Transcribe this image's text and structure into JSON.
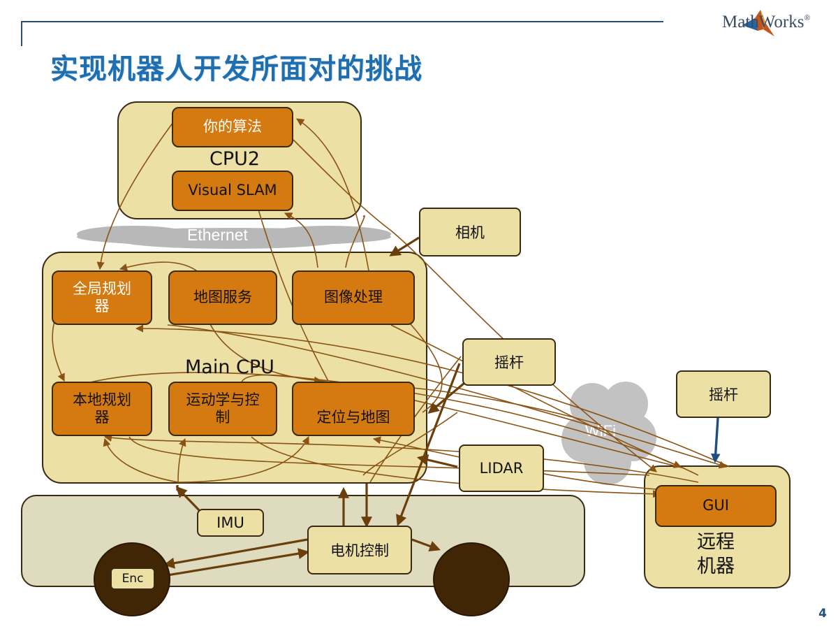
{
  "header": {
    "title": "实现机器人开发所面对的挑战",
    "logo_text": "MathWorks",
    "logo_mark": "®"
  },
  "cpu2": {
    "label": "CPU2",
    "algorithm": "你的算法",
    "visual_slam": "Visual SLAM"
  },
  "network": {
    "ethernet": "Ethernet",
    "wifi": "WiFi"
  },
  "main_cpu": {
    "label": "Main CPU",
    "global_planner": "全局规划器",
    "map_service": "地图服务",
    "image_processing": "图像处理",
    "local_planner": "本地规划器",
    "kinematics": "运动学与控制",
    "localization": "定位与地图"
  },
  "sensors": {
    "camera": "相机",
    "joystick": "摇杆",
    "lidar": "LIDAR",
    "imu": "IMU",
    "motor_control": "电机控制",
    "encoder": "Enc"
  },
  "remote": {
    "joystick": "摇杆",
    "gui": "GUI",
    "label": "远程机器"
  },
  "page_number": "4",
  "colors": {
    "title": "#1f6fb0",
    "node_fill": "#d57a10",
    "container_fill": "#ece0a5",
    "base_fill": "#dfdbbf",
    "wheel_fill": "#412605",
    "arrow": "#8a5314",
    "arrow_strong": "#6b3f0c",
    "remote_arrow": "#1f4f80"
  }
}
